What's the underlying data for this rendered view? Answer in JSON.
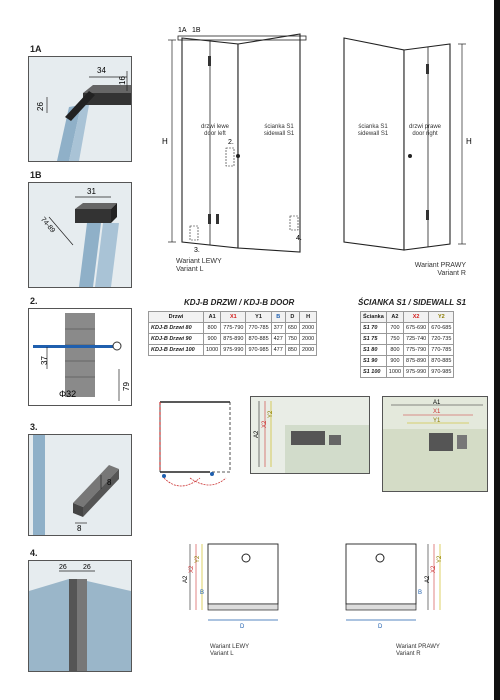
{
  "details": {
    "d1a": {
      "label": "1A",
      "dims": [
        "34",
        "16",
        "26"
      ]
    },
    "d1b": {
      "label": "1B",
      "dims": [
        "31",
        "74-89"
      ]
    },
    "d2": {
      "label": "2.",
      "dims": [
        "37",
        "79",
        "Φ32"
      ]
    },
    "d3": {
      "label": "3.",
      "dims": [
        "8",
        "8"
      ]
    },
    "d4": {
      "label": "4.",
      "dims": [
        "26",
        "26"
      ]
    }
  },
  "main_drawings": {
    "left": {
      "top_labels": [
        "1A",
        "1B"
      ],
      "door_text": "drzwi lewe\ndoor left",
      "sidewall_text": "ścianka S1\nsidewall S1",
      "h_label": "H",
      "callouts": [
        "2.",
        "3.",
        "4."
      ],
      "caption": "Wariant LEWY\nVariant L"
    },
    "right": {
      "sidewall_text": "ścianka S1\nsidewall S1",
      "door_text": "drzwi prawe\ndoor right",
      "h_label": "H",
      "caption": "Wariant PRAWY\nVariant R"
    }
  },
  "door_table": {
    "title": "KDJ-B  DRZWI / KDJ-B DOOR",
    "headers": [
      "Drzwi",
      "A1",
      "X1",
      "Y1",
      "B",
      "D",
      "H"
    ],
    "rows": [
      [
        "KDJ-B Drzwi 80",
        "800",
        "775-790",
        "770-785",
        "377",
        "650",
        "2000"
      ],
      [
        "KDJ-B Drzwi 90",
        "900",
        "875-890",
        "870-885",
        "427",
        "750",
        "2000"
      ],
      [
        "KDJ-B Drzwi 100",
        "1000",
        "975-990",
        "970-985",
        "477",
        "850",
        "2000"
      ]
    ]
  },
  "sidewall_table": {
    "title": "ŚCIANKA S1 / SIDEWALL S1",
    "headers": [
      "Ścianka",
      "A2",
      "X2",
      "Y2"
    ],
    "rows": [
      [
        "S1 70",
        "700",
        "675-690",
        "670-685"
      ],
      [
        "S1 75",
        "750",
        "725-740",
        "720-735"
      ],
      [
        "S1 80",
        "800",
        "775-790",
        "770-785"
      ],
      [
        "S1 90",
        "900",
        "875-890",
        "870-885"
      ],
      [
        "S1 100",
        "1000",
        "975-990",
        "970-985"
      ]
    ]
  },
  "mid_labels": {
    "center": [
      "A2",
      "X2",
      "Y2"
    ],
    "right": [
      "A1",
      "X1",
      "Y1"
    ]
  },
  "plans": {
    "left": {
      "caption": "Wariant LEWY\nVariant L",
      "dims": [
        "A2",
        "X2",
        "Y2",
        "B",
        "D"
      ]
    },
    "right": {
      "caption": "Wariant PRAWY\nVariant R",
      "dims": [
        "A2",
        "X2",
        "Y2",
        "B",
        "D"
      ]
    }
  },
  "colors": {
    "red": "#d3201f",
    "blue": "#1f5fae",
    "yellow": "#c8b400",
    "glass": "#8fb0c8"
  }
}
